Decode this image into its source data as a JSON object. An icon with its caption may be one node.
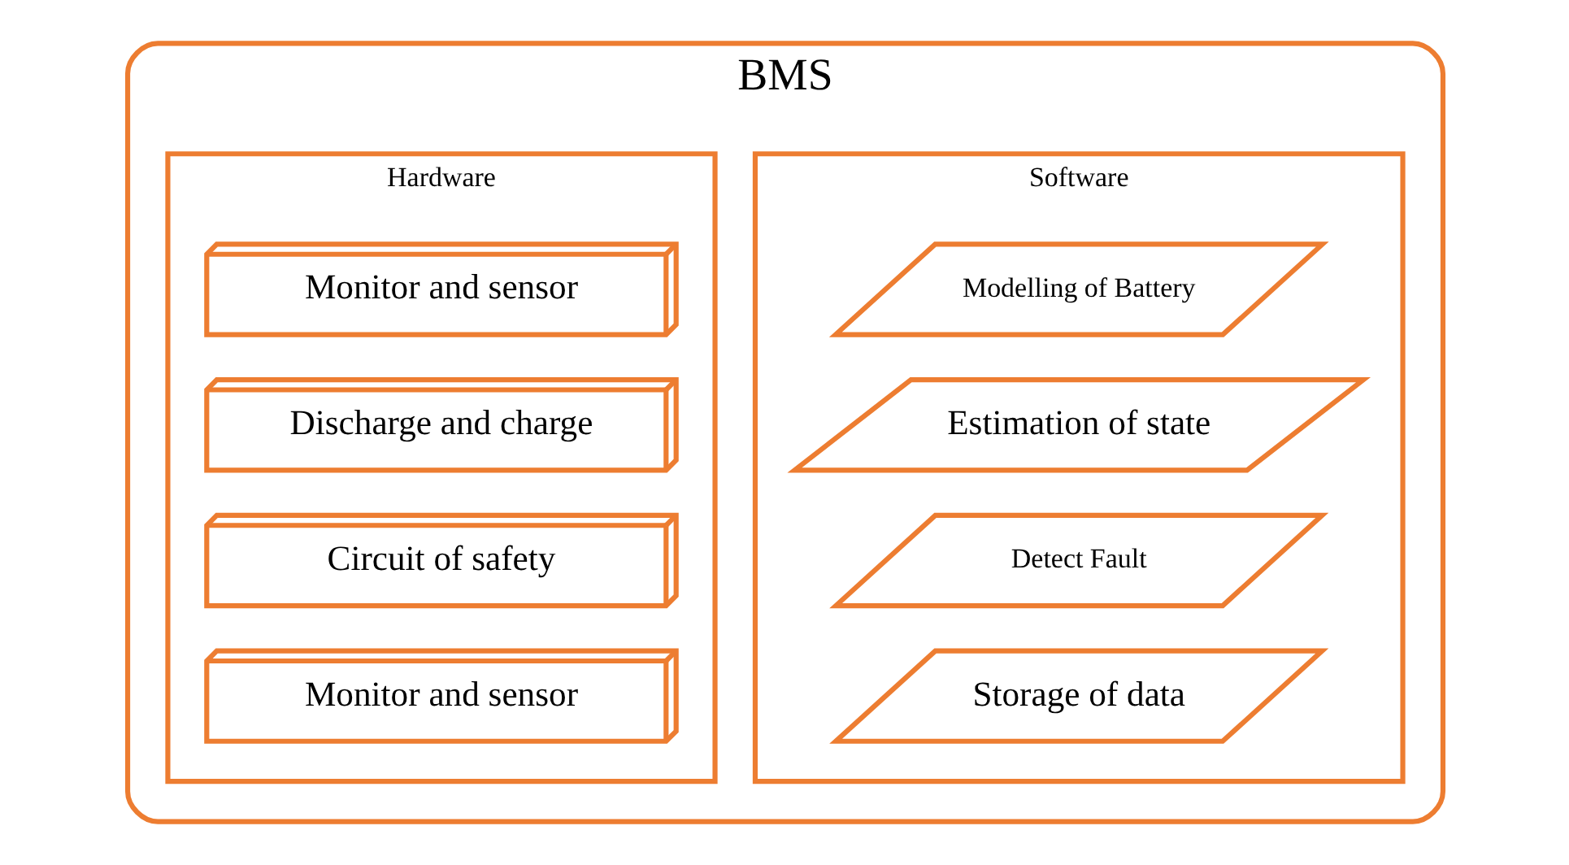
{
  "diagram": {
    "nodes": [
      {
        "text": [
          "BMS"
        ]
      },
      {
        "text": [
          "Software"
        ],
        "in": 0
      },
      {
        "text": [
          "Hardware"
        ],
        "in": 0
      },
      {
        "text": [
          "Modelling of Battery"
        ],
        "in": 1
      },
      {
        "text": [
          "Estimation of state"
        ],
        "in": 1
      },
      {
        "text": [
          "Detect Fault"
        ],
        "in": 1
      },
      {
        "text": [
          "Storage of data"
        ],
        "in": 1
      },
      {
        "text": [
          "Monitor and sensor"
        ],
        "in": 2
      },
      {
        "text": [
          "Discharge and charge"
        ],
        "in": 2
      },
      {
        "text": [
          "Circuit of safety"
        ],
        "in": 2
      },
      {
        "text": [
          "Monitor and sensor"
        ],
        "in": 2
      }
    ],
    "edges": []
  }
}
